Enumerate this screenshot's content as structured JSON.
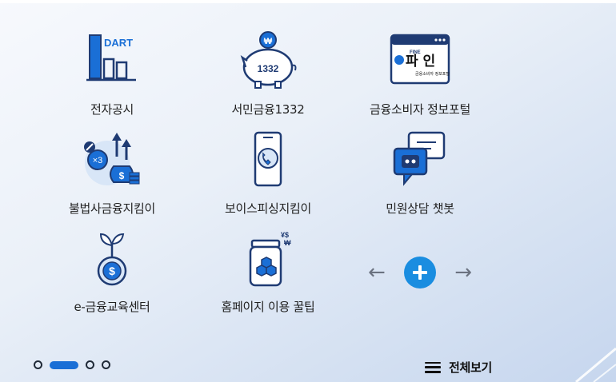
{
  "services": [
    {
      "label": "전자공시",
      "badge": "DART"
    },
    {
      "label": "서민금융1332",
      "badge": "1332"
    },
    {
      "label": "금융소비자 정보포털",
      "badge_small": "FINE",
      "badge": "파 인",
      "badge_sub": "금융소비자 정보포털"
    },
    {
      "label": "불법사금융지킴이",
      "badge": "×3"
    },
    {
      "label": "보이스피싱지킴이"
    },
    {
      "label": "민원상담 챗봇"
    },
    {
      "label": "e-금융교육센터"
    },
    {
      "label": "홈페이지 이용 꿀팁"
    }
  ],
  "nav": {
    "prev": "←",
    "next": "→",
    "add": "+"
  },
  "pagination": {
    "count": 4,
    "active": 1
  },
  "viewall": {
    "label": "전체보기"
  },
  "colors": {
    "navy": "#1f3b73",
    "blue": "#1a6fd6",
    "accent": "#1a8de0"
  }
}
